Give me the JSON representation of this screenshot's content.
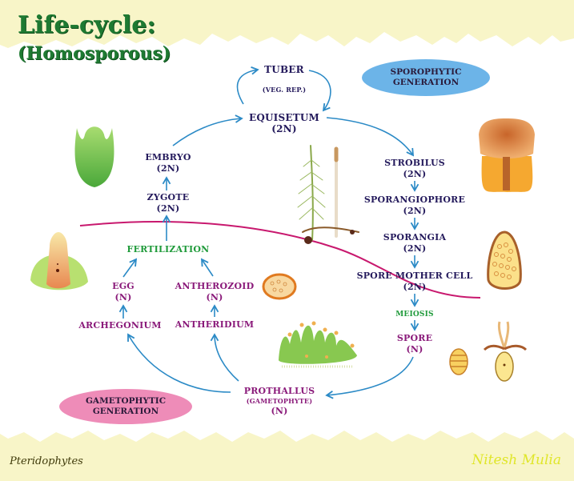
{
  "title": {
    "line1": "Life-cycle:",
    "line2": "(Homosporous)"
  },
  "colors": {
    "title_green": "#1e7a32",
    "sporophytic_label": "#241a5c",
    "gametophytic_label": "#8a1a7a",
    "event_green": "#1f9a3a",
    "arrow_blue": "#2b8ac6",
    "divider_magenta": "#c8186e",
    "sporophytic_oval": "#6cb4e8",
    "gametophytic_oval": "#ee8cb8",
    "band_cream": "#f8f5c8"
  },
  "generations": {
    "sporophytic": "SPOROPHYTIC GENERATION",
    "gametophytic": "GAMETOPHYTIC GENERATION"
  },
  "nodes": {
    "tuber": {
      "name": "TUBER"
    },
    "veg_rep": {
      "name": "(VEG. REP.)"
    },
    "equisetum": {
      "name": "EQUISETUM",
      "ploidy": "(2N)"
    },
    "strobilus": {
      "name": "STROBILUS",
      "ploidy": "(2N)"
    },
    "sporangiophore": {
      "name": "SPORANGIOPHORE",
      "ploidy": "(2N)"
    },
    "sporangia": {
      "name": "SPORANGIA",
      "ploidy": "(2N)"
    },
    "spore_mother_cell": {
      "name": "SPORE MOTHER CELL",
      "ploidy": "(2N)"
    },
    "meiosis": {
      "name": "MEIOSIS"
    },
    "spore": {
      "name": "SPORE",
      "ploidy": "(N)"
    },
    "prothallus": {
      "name": "PROTHALLUS",
      "sub": "(GAMETOPHYTE)",
      "ploidy": "(N)"
    },
    "archegonium": {
      "name": "ARCHEGONIUM"
    },
    "antheridium": {
      "name": "ANTHERIDIUM"
    },
    "egg": {
      "name": "EGG",
      "ploidy": "(N)"
    },
    "antherozoid": {
      "name": "ANTHEROZOID",
      "ploidy": "(N)"
    },
    "fertilization": {
      "name": "FERTILIZATION"
    },
    "zygote": {
      "name": "ZYGOTE",
      "ploidy": "(2N)"
    },
    "embryo": {
      "name": "EMBRYO",
      "ploidy": "(2N)"
    }
  },
  "illustrations": [
    "embryo-illustration",
    "archegonium-illustration",
    "equisetum-plant-illustration",
    "strobilus-illustration",
    "sporangium-illustration",
    "antheridium-illustration",
    "prothallus-illustration",
    "spore-coiled-illustration",
    "spore-elaters-illustration"
  ],
  "footer": {
    "left": "Pteridophytes",
    "right": "Nitesh Mulia"
  }
}
